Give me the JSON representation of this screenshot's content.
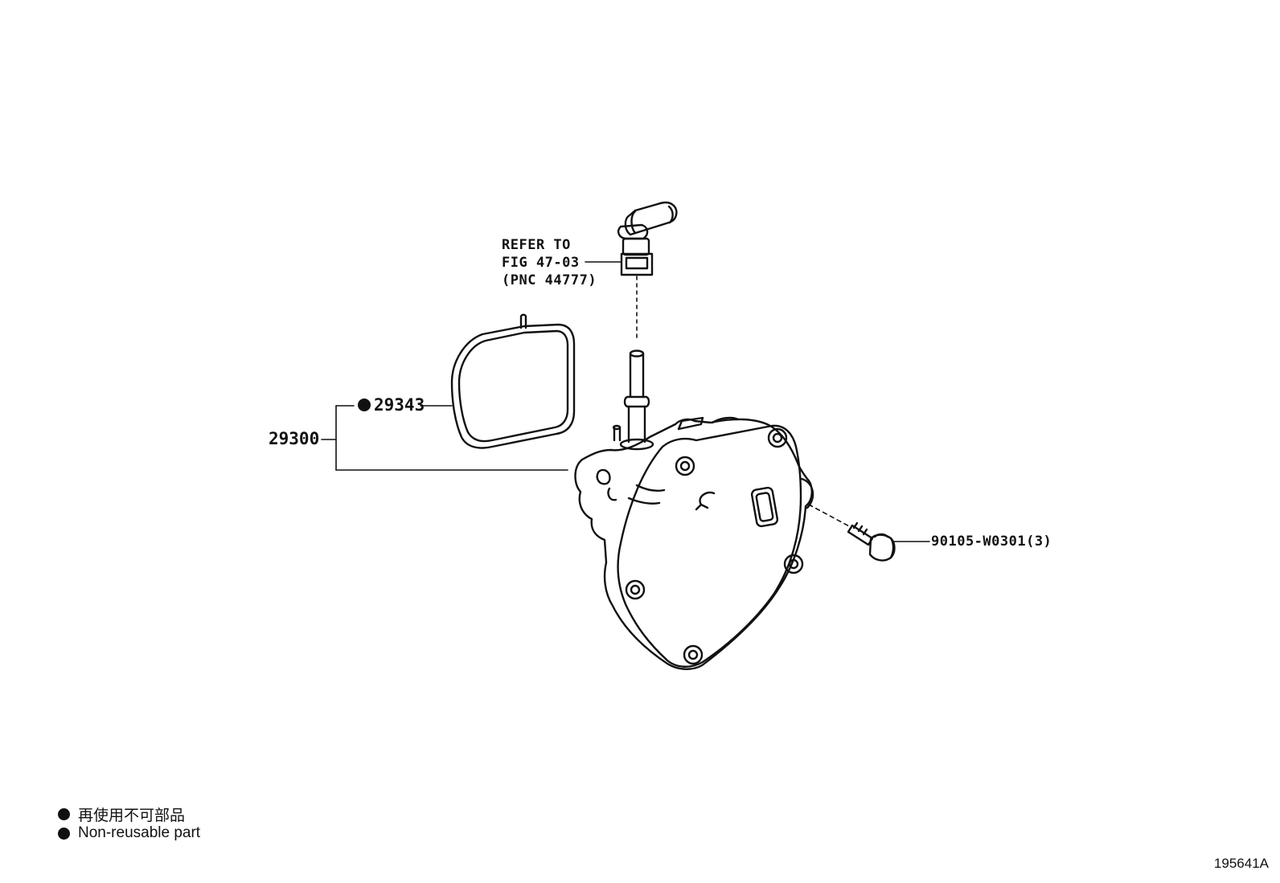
{
  "callouts": {
    "refer_line1": "REFER TO",
    "refer_line2": "FIG 47-03",
    "refer_line3": "(PNC 44777)",
    "gasket_part": "29343",
    "pump_assembly": "29300",
    "bolt_part": "90105-W0301(3)"
  },
  "legend": {
    "japanese": "再使用不可部品",
    "english": "Non-reusable part"
  },
  "figure_id": "195641A",
  "colors": {
    "line": "#111111",
    "background": "#ffffff"
  },
  "icons": {
    "non_reusable_marker": "filled-circle"
  }
}
